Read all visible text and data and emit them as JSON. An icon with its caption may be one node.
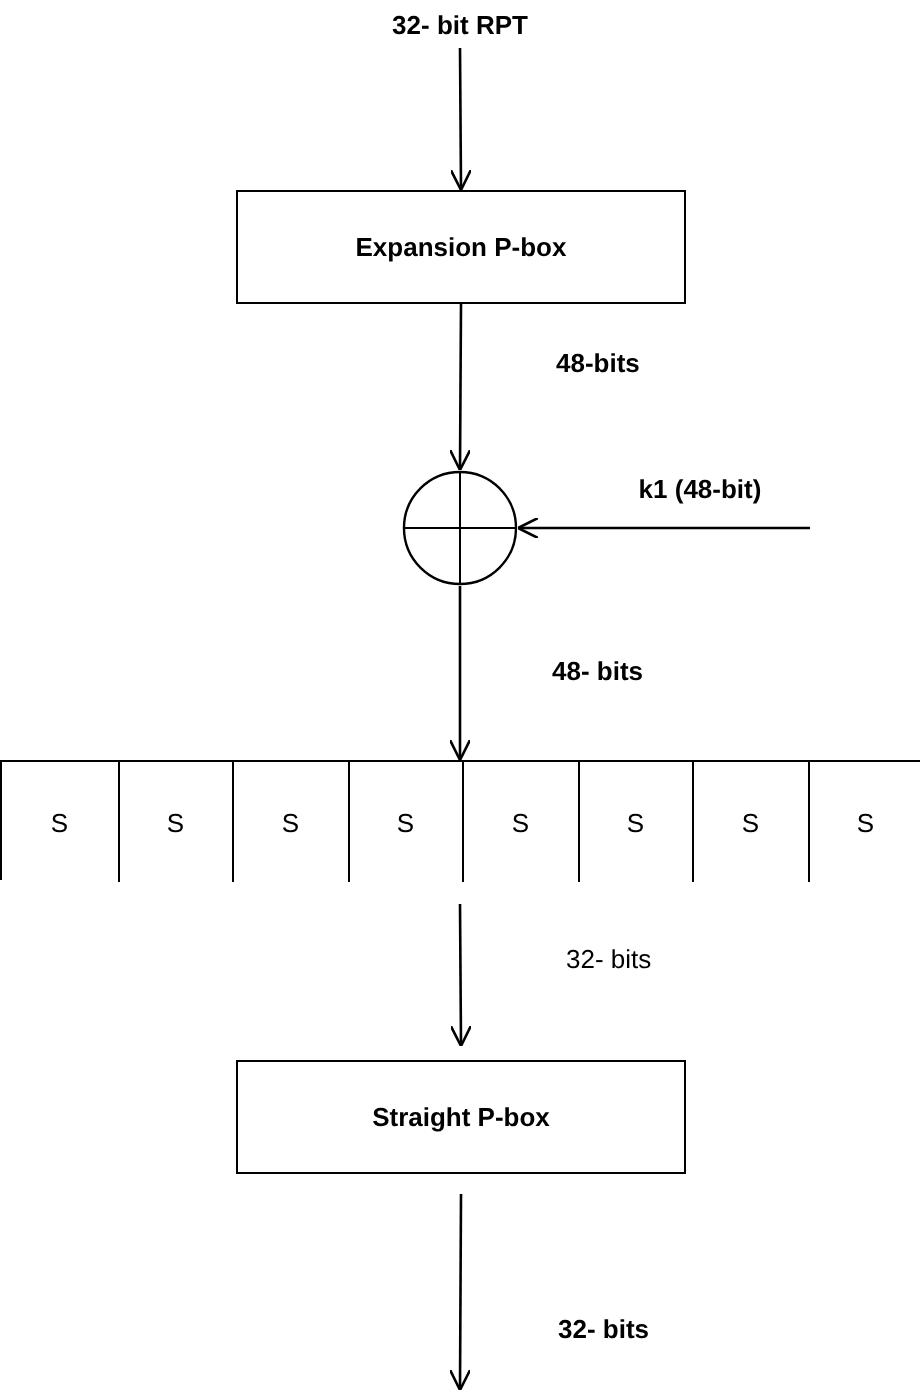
{
  "diagram": {
    "nodes": [
      {
        "text": [
          "32- bit RPT"
        ]
      },
      {
        "text": [
          "Expansion P-box"
        ]
      },
      {
        "text": [],
        "shape": "circle"
      },
      {
        "text": [
          "k1 (48-bit)"
        ]
      },
      {
        "text": [],
        "shape": "box"
      },
      {
        "text": [
          "S"
        ],
        "in": 4
      },
      {
        "text": [
          "S"
        ],
        "in": 4
      },
      {
        "text": [
          "S"
        ],
        "in": 4
      },
      {
        "text": [
          "S"
        ],
        "in": 4
      },
      {
        "text": [
          "S"
        ],
        "in": 4
      },
      {
        "text": [
          "S"
        ],
        "in": 4
      },
      {
        "text": [
          "S"
        ],
        "in": 4
      },
      {
        "text": [
          "S"
        ],
        "in": 4
      },
      {
        "text": [
          "Straight P-box"
        ]
      }
    ],
    "edges": [
      {
        "from": 0,
        "to": 1,
        "arrow": "to"
      },
      {
        "from": 1,
        "to": 2,
        "arrow": "to",
        "label": "48-bits"
      },
      {
        "from": 3,
        "to": 2,
        "arrow": "to"
      },
      {
        "from": 2,
        "to": 4,
        "arrow": "to",
        "label": "48- bits"
      },
      {
        "from": 4,
        "to": 13,
        "arrow": "to",
        "label": "32- bits"
      },
      {
        "from": 13,
        "to": null,
        "arrow": "to",
        "label": "32- bits"
      }
    ]
  }
}
